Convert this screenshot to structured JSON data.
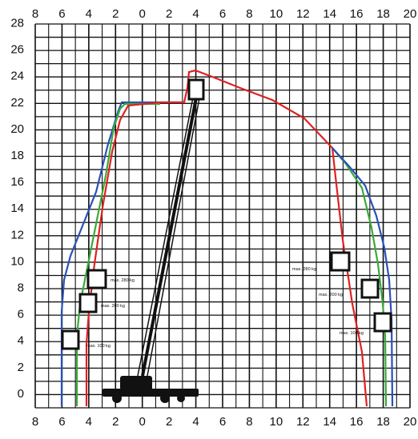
{
  "diagram": {
    "top_ticks": [
      "8",
      "6",
      "4",
      "2",
      "0",
      "2",
      "4",
      "6",
      "8",
      "10",
      "12",
      "14",
      "16",
      "18",
      "20"
    ],
    "bottom_ticks": [
      "8",
      "6",
      "4",
      "2",
      "0",
      "2",
      "4",
      "6",
      "8",
      "10",
      "12",
      "14",
      "16",
      "18",
      "20"
    ],
    "left_ticks": [
      "28",
      "26",
      "24",
      "22",
      "20",
      "18",
      "16",
      "14",
      "12",
      "10",
      "8",
      "6",
      "4",
      "2",
      "0"
    ],
    "load_labels": {
      "left_200": "max. 280 kg",
      "left_mid": "max. 200 kg",
      "left_100": "max. 100 kg",
      "right_200": "max. 280 kg",
      "right_mid": "max. 200 kg",
      "right_100": "max. 100 kg"
    },
    "colors": {
      "grid": "#111111",
      "fine_grid": "#c8c8c8",
      "envelope_blue": "#2a50b8",
      "envelope_green": "#3aaa3a",
      "envelope_red": "#e02020",
      "equipment": "#111111"
    }
  }
}
